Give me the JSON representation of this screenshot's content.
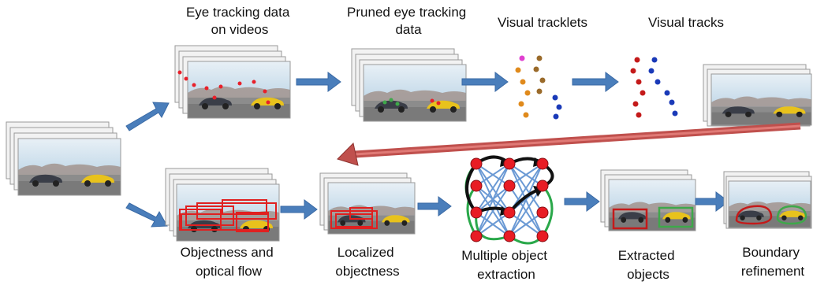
{
  "labels": {
    "eye_tracking": [
      "Eye tracking data",
      "on videos"
    ],
    "pruned": [
      "Pruned eye tracking",
      "data"
    ],
    "tracklets": [
      "Visual tracklets"
    ],
    "tracks": [
      "Visual tracks"
    ],
    "objectness": [
      "Objectness and",
      "optical flow"
    ],
    "localized": [
      "Localized",
      "objectness"
    ],
    "multiple": [
      "Multiple object",
      "extraction"
    ],
    "extracted": [
      "Extracted",
      "objects"
    ],
    "boundary": [
      "Boundary",
      "refinement"
    ]
  },
  "colors": {
    "flow_arrow": "#4a7ebb",
    "return_arrow": "#c0504d",
    "gaze_dot": "#e8202a",
    "box_red": "#e02020",
    "box_green": "#3ea84a",
    "graph_edge_blue": "#5a8fd0",
    "graph_edge_green": "#2aa84a",
    "graph_node": "#e81c24",
    "car_dark": "#3a3e48",
    "car_yellow": "#e8c21c",
    "sky": "#bcd6ea",
    "hills": "#9c8a82",
    "ground": "#8c8c8c"
  }
}
